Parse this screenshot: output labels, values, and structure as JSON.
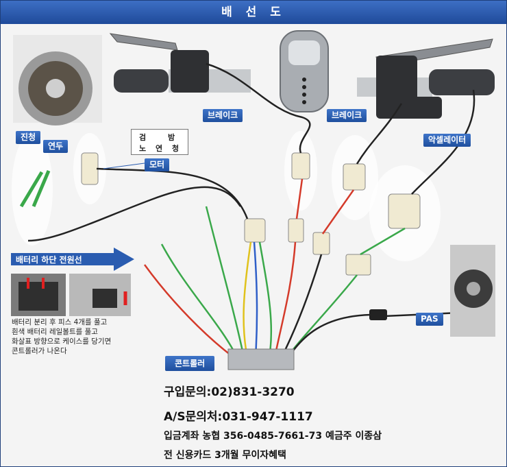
{
  "header": {
    "title": "배 선 도"
  },
  "labels": {
    "brake_left": "브레이크",
    "brake_right": "브레이크",
    "accelerator": "악셀레이터",
    "motor": "모터",
    "jincheong": "진청",
    "yeondu": "연두",
    "battery_power": "배터리 하단 전원선",
    "pas": "PAS",
    "controller": "콘트롤러"
  },
  "motor_codes": {
    "black": "검",
    "purple": "밤",
    "yellow": "노",
    "green": "연",
    "blue": "청"
  },
  "battery_note": [
    "배터리 분리 후 피스 4개를 풀고",
    "흰색 배터리 레일볼트를 풀고",
    "화살표 방향으로 케이스를 당기면",
    "콘트롤러가 나온다"
  ],
  "contact": {
    "purchase": "구입문의:02)831-3270",
    "service": "A/S문의처:031-947-1117",
    "account": "입금계좌 농협 356-0485-7661-73 예금주 이종삼",
    "card": "전 신용카드 3개월 무이자혜택"
  },
  "colors": {
    "tag_blue": "#2a5cb0",
    "wire_red": "#d43a2a",
    "wire_green": "#3aa84a",
    "wire_blue": "#2f5fc8",
    "wire_yellow": "#e0c21c"
  }
}
